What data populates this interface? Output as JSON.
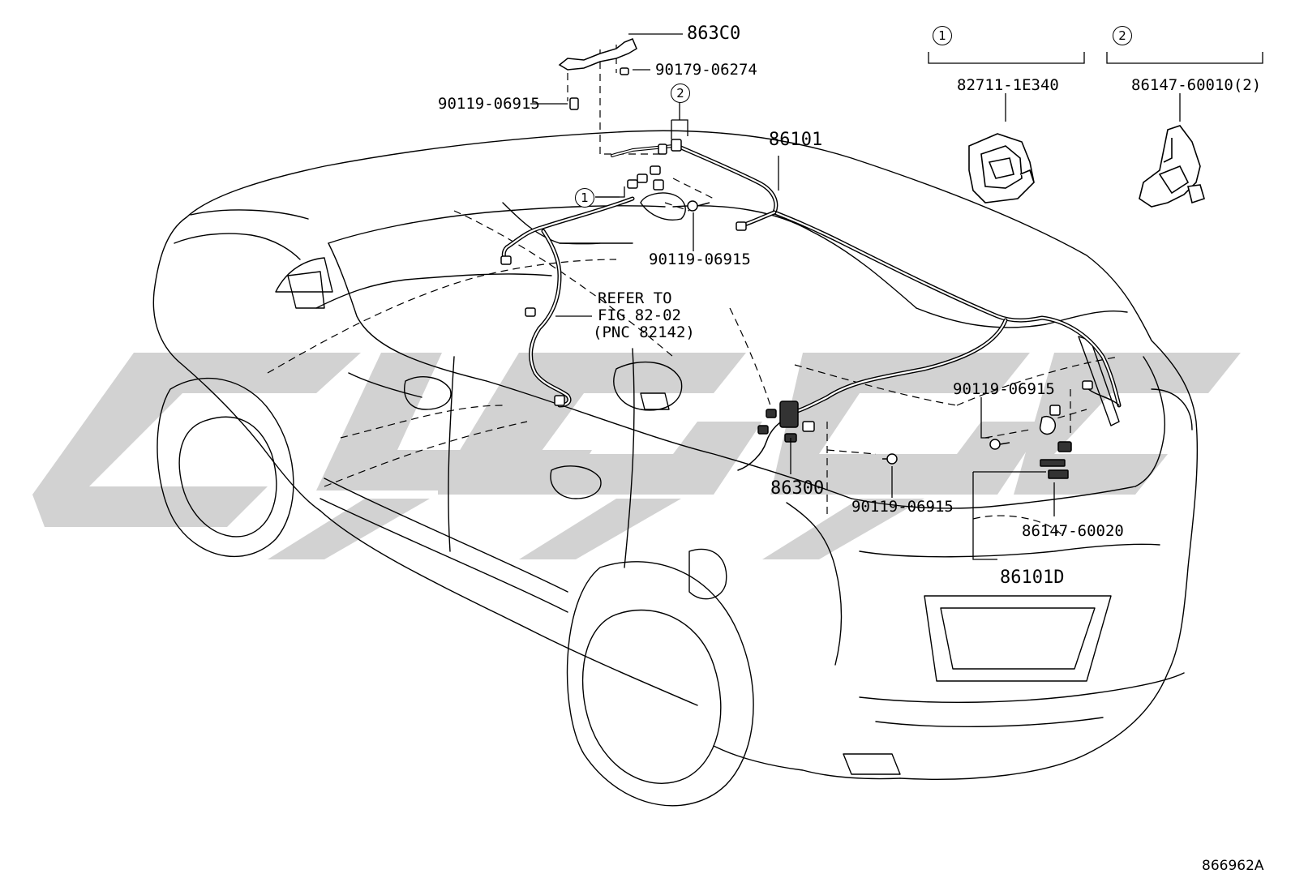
{
  "diagram_id": "866962A",
  "watermark_color": "#d2d2d2",
  "line_color": "#000000",
  "callouts": {
    "ref1": "1",
    "ref2": "2"
  },
  "parts": {
    "p863c0": "863C0",
    "p90179": "90179-06274",
    "p90119_a": "90119-06915",
    "p90119_b": "90119-06915",
    "p90119_c": "90119-06915",
    "p90119_d": "90119-06915",
    "p86101": "86101",
    "p86300": "86300",
    "p86147_20": "86147-60020",
    "p86101d": "86101D",
    "p82711": "82711-1E340",
    "p86147_10": "86147-60010(2)"
  },
  "reference_note": [
    "REFER TO",
    "FIG 82-02",
    "(PNC 82142)"
  ]
}
